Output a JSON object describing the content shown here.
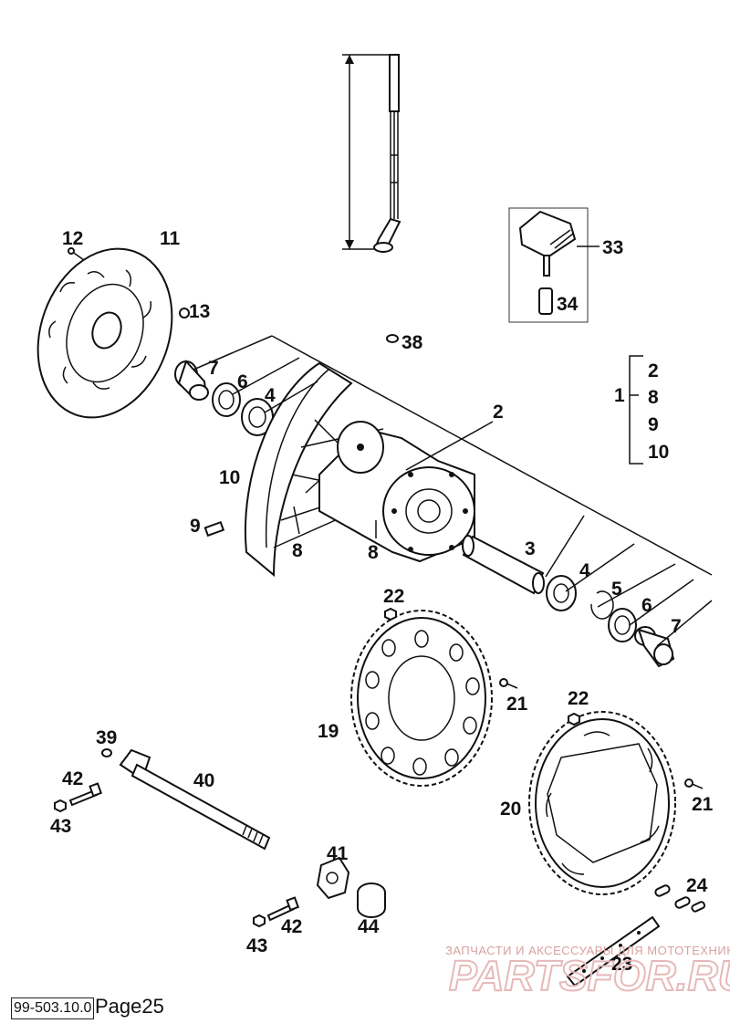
{
  "callouts": {
    "n12": "12",
    "n11": "11",
    "n13": "13",
    "n7a": "7",
    "n6a": "6",
    "n4a": "4",
    "n38": "38",
    "n33": "33",
    "n34": "34",
    "n2": "2",
    "n10": "10",
    "n9": "9",
    "n8a": "8",
    "n8b": "8",
    "n3": "3",
    "n4b": "4",
    "n5": "5",
    "n6b": "6",
    "n7b": "7",
    "n22a": "22",
    "n21a": "21",
    "n19": "19",
    "n22b": "22",
    "n20": "20",
    "n21b": "21",
    "n39": "39",
    "n40": "40",
    "n42a": "42",
    "n43a": "43",
    "n41": "41",
    "n42b": "42",
    "n43b": "43",
    "n44": "44",
    "n24": "24",
    "n23": "23"
  },
  "set_group": {
    "main_number": "1",
    "items": [
      "2",
      "8",
      "9",
      "10"
    ]
  },
  "watermark": {
    "line1": "ЗАПЧАСТИ И АКСЕССУАРЫ ДЛЯ МОТОТЕХНИКИ",
    "brand": "PARTSFOR.RU"
  },
  "footer": {
    "code": "99-503.10.0",
    "page_label": "Page25"
  }
}
